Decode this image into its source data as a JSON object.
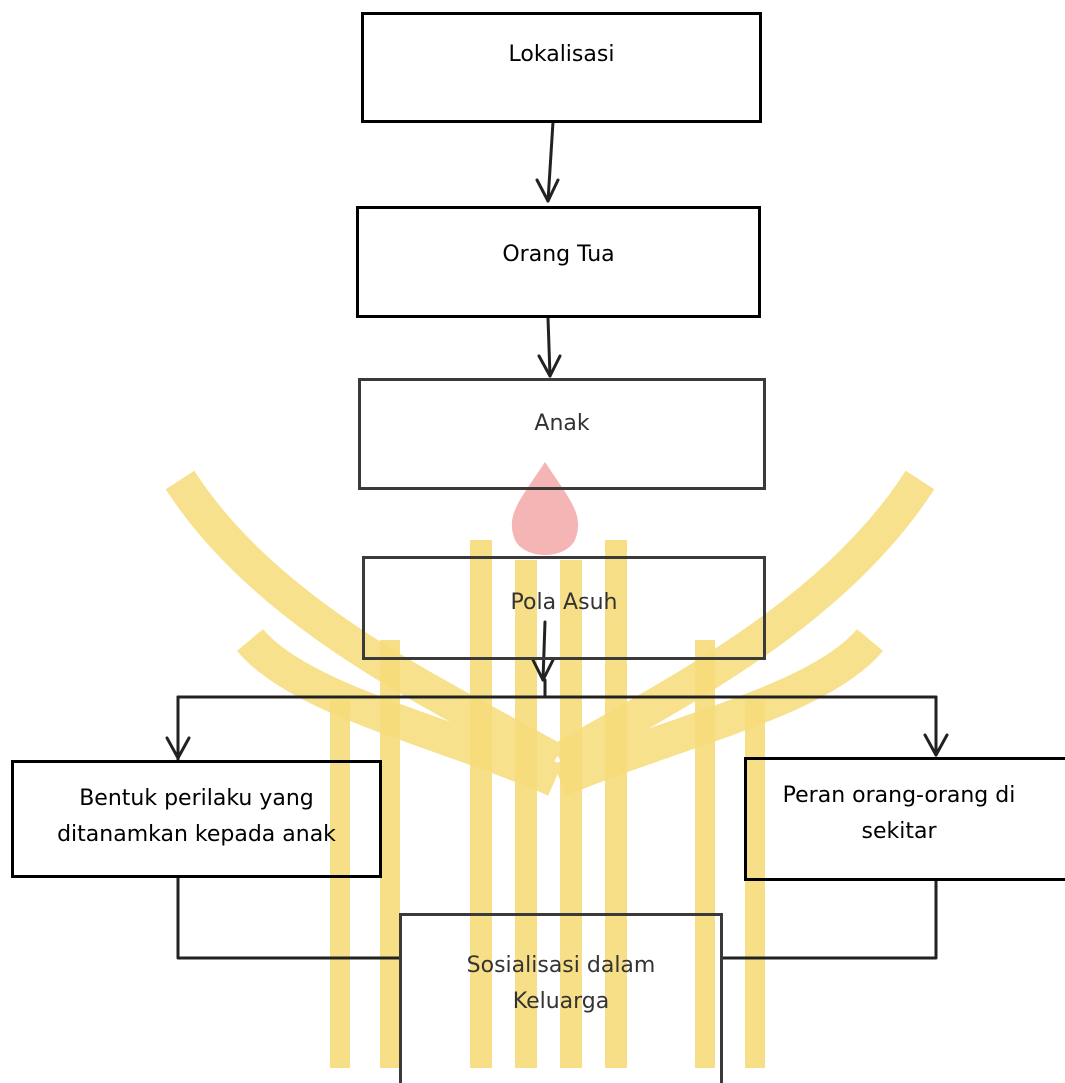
{
  "diagram": {
    "nodes": {
      "lokalisasi": "Lokalisasi",
      "orang_tua": "Orang Tua",
      "anak": "Anak",
      "pola_asuh": "Pola Asuh",
      "bentuk_perilaku": "Bentuk perilaku yang ditanamkan kepada anak",
      "peran_orang": "Peran orang-orang di sekitar",
      "sosialisasi": "Sosialisasi dalam Keluarga"
    },
    "colors": {
      "watermark_yellow": "#f6dc7a",
      "watermark_flame": "#f3a3a3",
      "line": "#222222"
    },
    "icons": {
      "watermark": "university-emblem-watermark"
    }
  }
}
